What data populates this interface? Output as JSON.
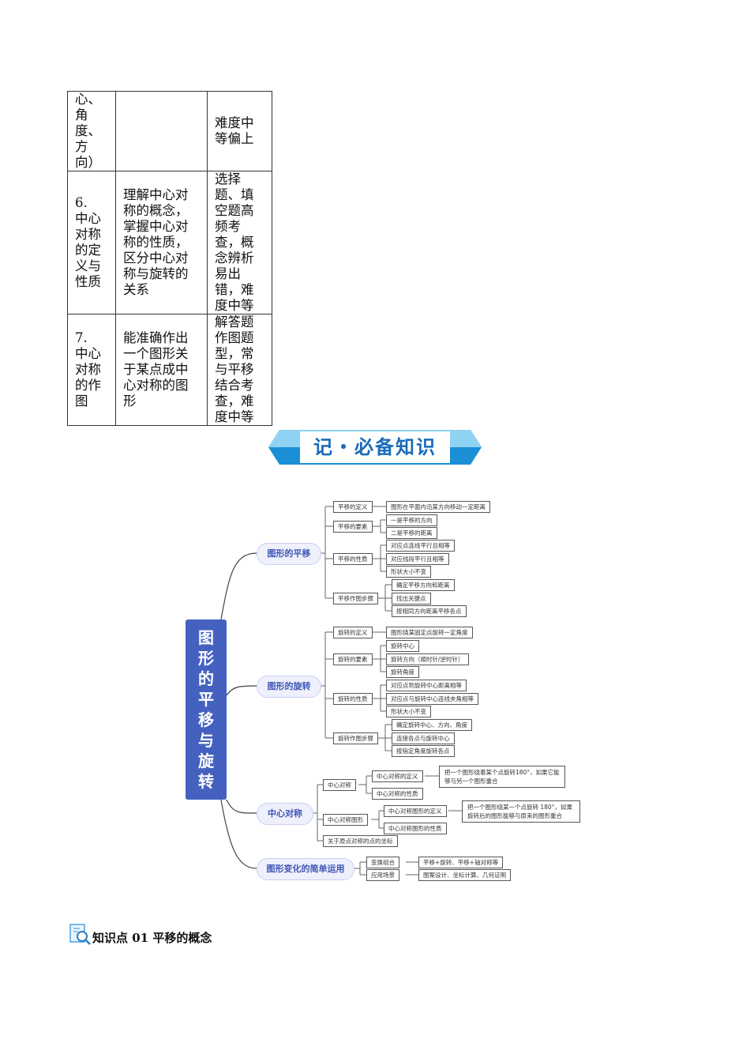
{
  "table": {
    "rows": [
      {
        "col1": [
          "心、",
          "角",
          "度、",
          "方",
          "向）"
        ],
        "col2": [],
        "col3": [
          "难度中",
          "等偏上"
        ]
      },
      {
        "col1": [
          "6.",
          "中心",
          "对称",
          "的定",
          "义与",
          "性质"
        ],
        "col2": [
          "理解中心对",
          "称的概念，",
          "掌握中心对",
          "称的性质，",
          "区分中心对",
          "称与旋转的",
          "关系"
        ],
        "col3": [
          "选择",
          "题、填",
          "空题高",
          "频考",
          "查，概",
          "念辨析",
          "易出",
          "错，难",
          "度中等"
        ]
      },
      {
        "col1": [
          "7.",
          "中心",
          "对称",
          "的作",
          "图"
        ],
        "col2": [
          "能准确作出",
          "一个图形关",
          "于某点成中",
          "心对称的图",
          "形"
        ],
        "col3": [
          "解答题",
          "作图题",
          "型，常",
          "与平移",
          "结合考",
          "查，难",
          "度中等"
        ]
      }
    ]
  },
  "banner": {
    "text": "记・必备知识"
  },
  "mindmap": {
    "root": [
      "图",
      "形",
      "的",
      "平",
      "移",
      "与",
      "旋",
      "转"
    ],
    "branches": [
      {
        "label": "图形的平移",
        "children": [
          {
            "label": "平移的定义",
            "items": [
              "图形在平面内沿某方向移动一定距离"
            ]
          },
          {
            "label": "平移的要素",
            "items": [
              "一是平移的方向",
              "二是平移的距离"
            ]
          },
          {
            "label": "平移的性质",
            "items": [
              "对应点连线平行且相等",
              "对应线段平行且相等",
              "形状大小不变"
            ]
          },
          {
            "label": "平移作图步骤",
            "items": [
              "确定平移方向和距离",
              "找出关键点",
              "按相同方向距离平移各点"
            ]
          }
        ]
      },
      {
        "label": "图形的旋转",
        "children": [
          {
            "label": "旋转的定义",
            "items": [
              "图形绕某固定点旋转一定角度"
            ]
          },
          {
            "label": "旋转的要素",
            "items": [
              "旋转中心",
              "旋转方向（顺时针/逆时针）",
              "旋转角度"
            ]
          },
          {
            "label": "旋转的性质",
            "items": [
              "对应点到旋转中心距离相等",
              "对应点与旋转中心连线夹角相等",
              "形状大小不变"
            ]
          },
          {
            "label": "旋转作图步骤",
            "items": [
              "确定旋转中心、方向、角度",
              "连接各点与旋转中心",
              "按指定角度旋转各点"
            ]
          }
        ]
      },
      {
        "label": "中心对称",
        "children": [
          {
            "label": "中心对称",
            "items": [
              {
                "label": "中心对称的定义",
                "detail": "把一个图形绕着某个点旋转180°，如果它能够与另一个图形重合"
              },
              {
                "label": "中心对称的性质"
              }
            ]
          },
          {
            "label": "中心对称图形",
            "items": [
              {
                "label": "中心对称图形的定义",
                "detail": "把一个图形绕某一个点旋转 180°，如果旋转后的图形能够与原来的图形重合"
              },
              {
                "label": "中心对称图形的性质"
              }
            ]
          },
          {
            "label": "关于原点对称的点的坐标"
          }
        ]
      },
      {
        "label": "图形变化的简单运用",
        "children": [
          {
            "label": "变换组合",
            "items": [
              "平移+旋转、平移+轴对称等"
            ]
          },
          {
            "label": "应用场景",
            "items": [
              "图案设计、坐标计算、几何证明"
            ]
          }
        ]
      }
    ]
  },
  "section": {
    "title": "知识点 01  平移的概念"
  },
  "colors": {
    "root": "#4561c0",
    "branch_bg": "#eef0fc",
    "branch_text": "#3f56b5",
    "banner_text": "#1a6bb8",
    "banner_light": "#8fd2f2",
    "banner_dark": "#1a8fd6"
  }
}
